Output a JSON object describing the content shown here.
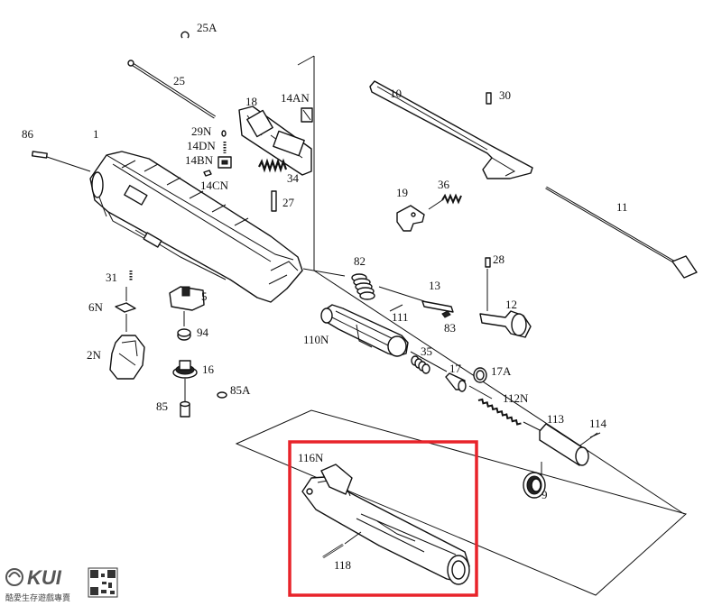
{
  "parts": {
    "p25A": "25A",
    "p25": "25",
    "p86": "86",
    "p1": "1",
    "p18": "18",
    "p14AN": "14AN",
    "p29N": "29N",
    "p14DN": "14DN",
    "p14BN": "14BN",
    "p14CN": "14CN",
    "p34": "34",
    "p27": "27",
    "p10": "10",
    "p30": "30",
    "p19": "19",
    "p36": "36",
    "p11": "11",
    "p31": "31",
    "p6N": "6N",
    "p5": "5",
    "p2N": "2N",
    "p94": "94",
    "p16": "16",
    "p85": "85",
    "p85A": "85A",
    "p82": "82",
    "p13": "13",
    "p28": "28",
    "p12": "12",
    "p83": "83",
    "p111": "111",
    "p110N": "110N",
    "p35": "35",
    "p17": "17",
    "p17A": "17A",
    "p112N": "112N",
    "p113": "113",
    "p114": "114",
    "p9": "9",
    "p116N": "116N",
    "p118": "118"
  },
  "highlight": {
    "color": "#e8232a"
  },
  "watermark": {
    "brand": "KUI",
    "caption": "酷愛生存遊戲專賣"
  }
}
